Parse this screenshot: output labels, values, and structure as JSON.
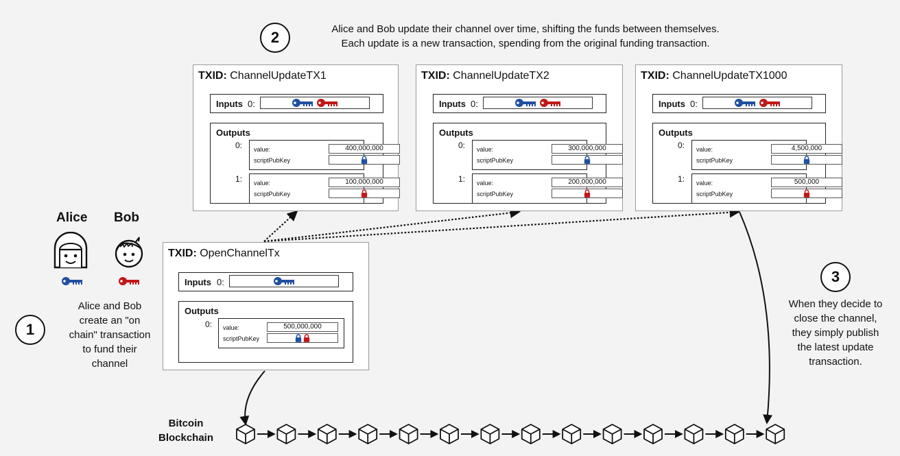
{
  "steps": {
    "one": {
      "number": "1",
      "caption": [
        "Alice and Bob",
        "create an \"on",
        "chain\" transaction",
        "to fund their",
        "channel"
      ]
    },
    "two": {
      "number": "2",
      "caption": [
        "Alice and Bob update their channel over time, shifting the funds between themselves.",
        "Each update is a new transaction, spending from the original funding transaction."
      ]
    },
    "three": {
      "number": "3",
      "caption": [
        "When they decide to",
        "close the channel,",
        "they simply publish",
        "the latest update",
        "transaction."
      ]
    }
  },
  "people": {
    "alice": {
      "name": "Alice",
      "key_color": "#1f4fa0"
    },
    "bob": {
      "name": "Bob",
      "key_color": "#c01818"
    }
  },
  "labels": {
    "txid": "TXID:",
    "inputs": "Inputs",
    "input_index": "0:",
    "outputs": "Outputs",
    "value": "value:",
    "scriptpubkey": "scriptPubKey",
    "out0": "0:",
    "out1": "1:"
  },
  "open_tx": {
    "txid": "OpenChannelTx",
    "output0_value": "500,000,000"
  },
  "update_txs": [
    {
      "txid": "ChannelUpdateTX1",
      "out0_value": "400,000,000",
      "out1_value": "100,000,000"
    },
    {
      "txid": "ChannelUpdateTX2",
      "out0_value": "300,000,000",
      "out1_value": "200,000,000"
    },
    {
      "txid": "ChannelUpdateTX1000",
      "out0_value": "4,500,000",
      "out1_value": "500,000"
    }
  ],
  "blockchain": {
    "label_line1": "Bitcoin",
    "label_line2": "Blockchain",
    "block_count": 14
  },
  "colors": {
    "alice_blue": "#1f4fa0",
    "bob_red": "#c01818"
  }
}
